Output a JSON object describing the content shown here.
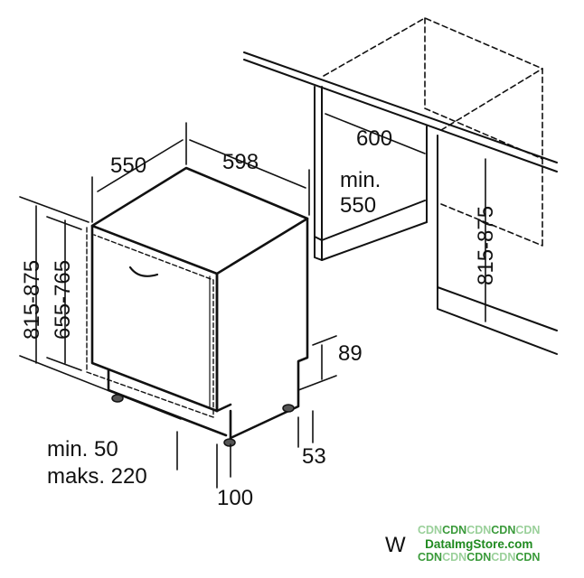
{
  "dimensions": {
    "depth": "550",
    "width": "598",
    "niche_width": "600",
    "niche_depth_min": "min.",
    "niche_depth_value": "550",
    "height_left": "815-875",
    "door_height": "655-765",
    "niche_height": "815-875",
    "plinth_height": "89",
    "plinth_recess": "53",
    "plinth_min": "min. 50",
    "plinth_max": "maks. 220",
    "foot_offset": "100"
  },
  "corner_letter": "W",
  "watermark": {
    "line1": [
      "CDN",
      "CDN",
      "CDN",
      "CDN",
      "CDN"
    ],
    "line2": "DataImgStore.com",
    "line3": [
      "CDN",
      "CDN",
      "CDN",
      "CDN",
      "CDN"
    ]
  }
}
